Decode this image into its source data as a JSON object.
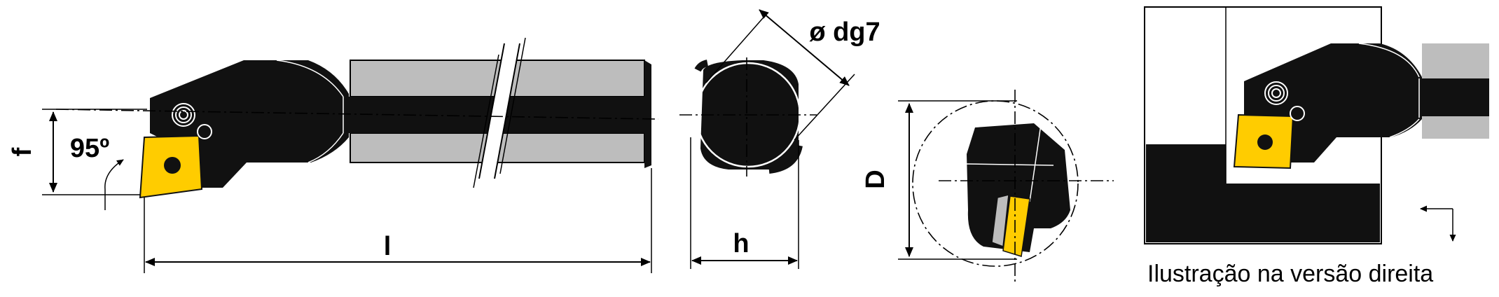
{
  "labels": {
    "diameter": "ø dg7",
    "angle": "95º",
    "f": "f",
    "l": "l",
    "h": "h",
    "D": "D",
    "caption": "Ilustração na versão direita"
  },
  "colors": {
    "insert": "#FFCC00",
    "body": "#111111",
    "shank_grey": "#bdbdbd",
    "line": "#000000"
  },
  "icons": {
    "clamp_screw": "concentric-circle-screw-icon",
    "insert_hole": "insert-center-hole-icon",
    "feed_direction": "feed-direction-arrows-icon"
  }
}
